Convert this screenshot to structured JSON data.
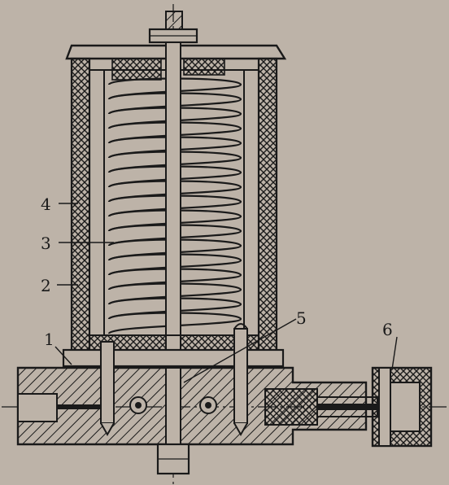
{
  "figure": {
    "callouts": [
      {
        "id": "part-1",
        "text": "1"
      },
      {
        "id": "part-2",
        "text": "2"
      },
      {
        "id": "part-3",
        "text": "3"
      },
      {
        "id": "part-4",
        "text": "4"
      },
      {
        "id": "part-5",
        "text": "5"
      },
      {
        "id": "part-6",
        "text": "6"
      }
    ]
  },
  "colors": {
    "paper": "#bdb3a8",
    "ink": "#1a1a1a",
    "hatch": "#2a2a2a"
  }
}
